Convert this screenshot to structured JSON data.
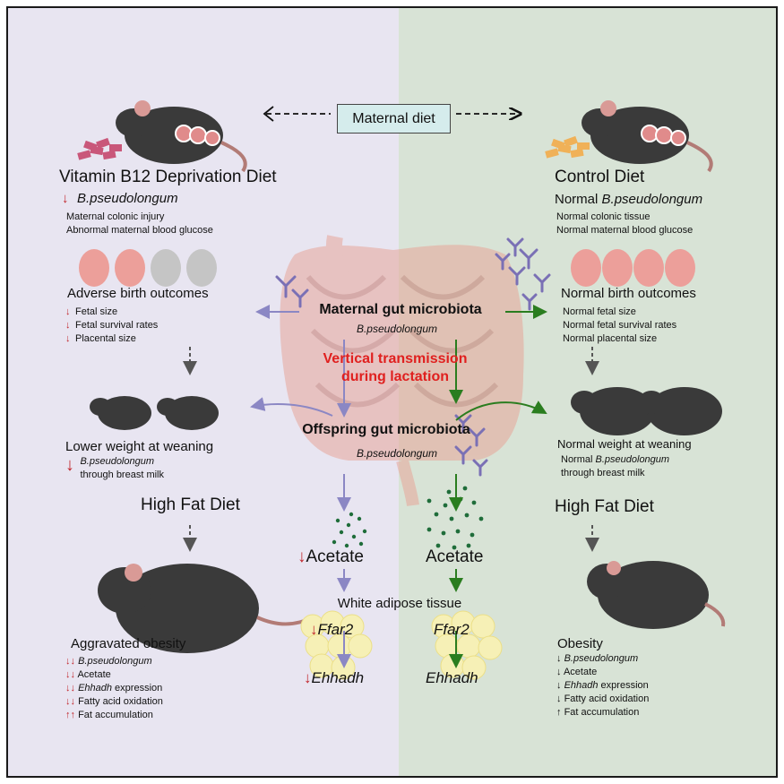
{
  "header": {
    "maternal_diet": "Maternal diet"
  },
  "left": {
    "diet_title": "Vitamin B12 Deprivation Diet",
    "microbe": "B.pseudolongum",
    "maternal_effects": [
      "Maternal colonic injury",
      "Abnormal maternal blood glucose"
    ],
    "birth_title": "Adverse birth outcomes",
    "birth_items": [
      "Fetal size",
      "Fetal survival rates",
      "Placental size"
    ],
    "weaning_title": "Lower weight at weaning",
    "weaning_microbe": "B.pseudolongum",
    "weaning_note": "through breast milk",
    "hfd": "High Fat Diet",
    "obesity_title": "Aggravated obesity",
    "obesity_items": [
      {
        "arrows": "↓↓",
        "text": "B.pseudolongum",
        "italic": true
      },
      {
        "arrows": "↓↓",
        "text": "Acetate"
      },
      {
        "arrows": "↓↓",
        "text": "Ehhadh",
        "suffix": " expression"
      },
      {
        "arrows": "↓↓",
        "text": "Fatty acid oxidation"
      },
      {
        "arrows": "↑↑",
        "text": "Fat accumulation"
      }
    ],
    "acetate": "Acetate",
    "ffar2": "Ffar2",
    "ehhadh": "Ehhadh"
  },
  "right": {
    "diet_title": "Control Diet",
    "microbe_prefix": "Normal ",
    "microbe": "B.pseudolongum",
    "maternal_effects": [
      "Normal colonic tissue",
      "Normal maternal blood glucose"
    ],
    "birth_title": "Normal birth outcomes",
    "birth_items": [
      "Normal fetal size",
      "Normal fetal survival rates",
      "Normal placental size"
    ],
    "weaning_title": "Normal weight at weaning",
    "weaning_microbe_prefix": "Normal ",
    "weaning_microbe": "B.pseudolongum",
    "weaning_note": "through breast milk",
    "hfd": "High Fat Diet",
    "obesity_title": "Obesity",
    "obesity_items": [
      {
        "arrows": "↓",
        "text": "B.pseudolongum",
        "italic": true
      },
      {
        "arrows": "↓",
        "text": "Acetate"
      },
      {
        "arrows": "↓",
        "text": "Ehhadh",
        "suffix": " expression"
      },
      {
        "arrows": "↓",
        "text": "Fatty acid oxidation"
      },
      {
        "arrows": "↑",
        "text": "Fat accumulation"
      }
    ],
    "acetate": "Acetate",
    "ffar2": "Ffar2",
    "ehhadh": "Ehhadh"
  },
  "center": {
    "maternal_gut": "Maternal gut microbiota",
    "maternal_microbe": "B.pseudolongum",
    "vertical_line1": "Vertical transmission",
    "vertical_line2": "during lactation",
    "offspring_gut": "Offspring gut microbiota",
    "offspring_microbe": "B.pseudolongum",
    "white_adipose": "White adipose tissue"
  },
  "colors": {
    "left_bg": "#e8e5f1",
    "right_bg": "#d8e3d6",
    "purple_arrow": "#8b87c4",
    "green_arrow": "#2a7d1f",
    "red_text": "#e0201f",
    "down_arrow": "#c1272d"
  }
}
